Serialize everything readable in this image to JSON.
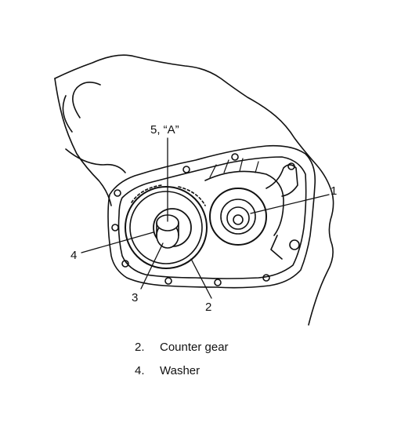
{
  "callouts": {
    "c1": "1",
    "c2": "2",
    "c3": "3",
    "c4": "4",
    "c5": "5, “A”"
  },
  "legend": [
    {
      "num": "2.",
      "text": "Counter gear"
    },
    {
      "num": "4.",
      "text": "Washer"
    }
  ],
  "colors": {
    "ink": "#111111",
    "background": "#ffffff"
  }
}
